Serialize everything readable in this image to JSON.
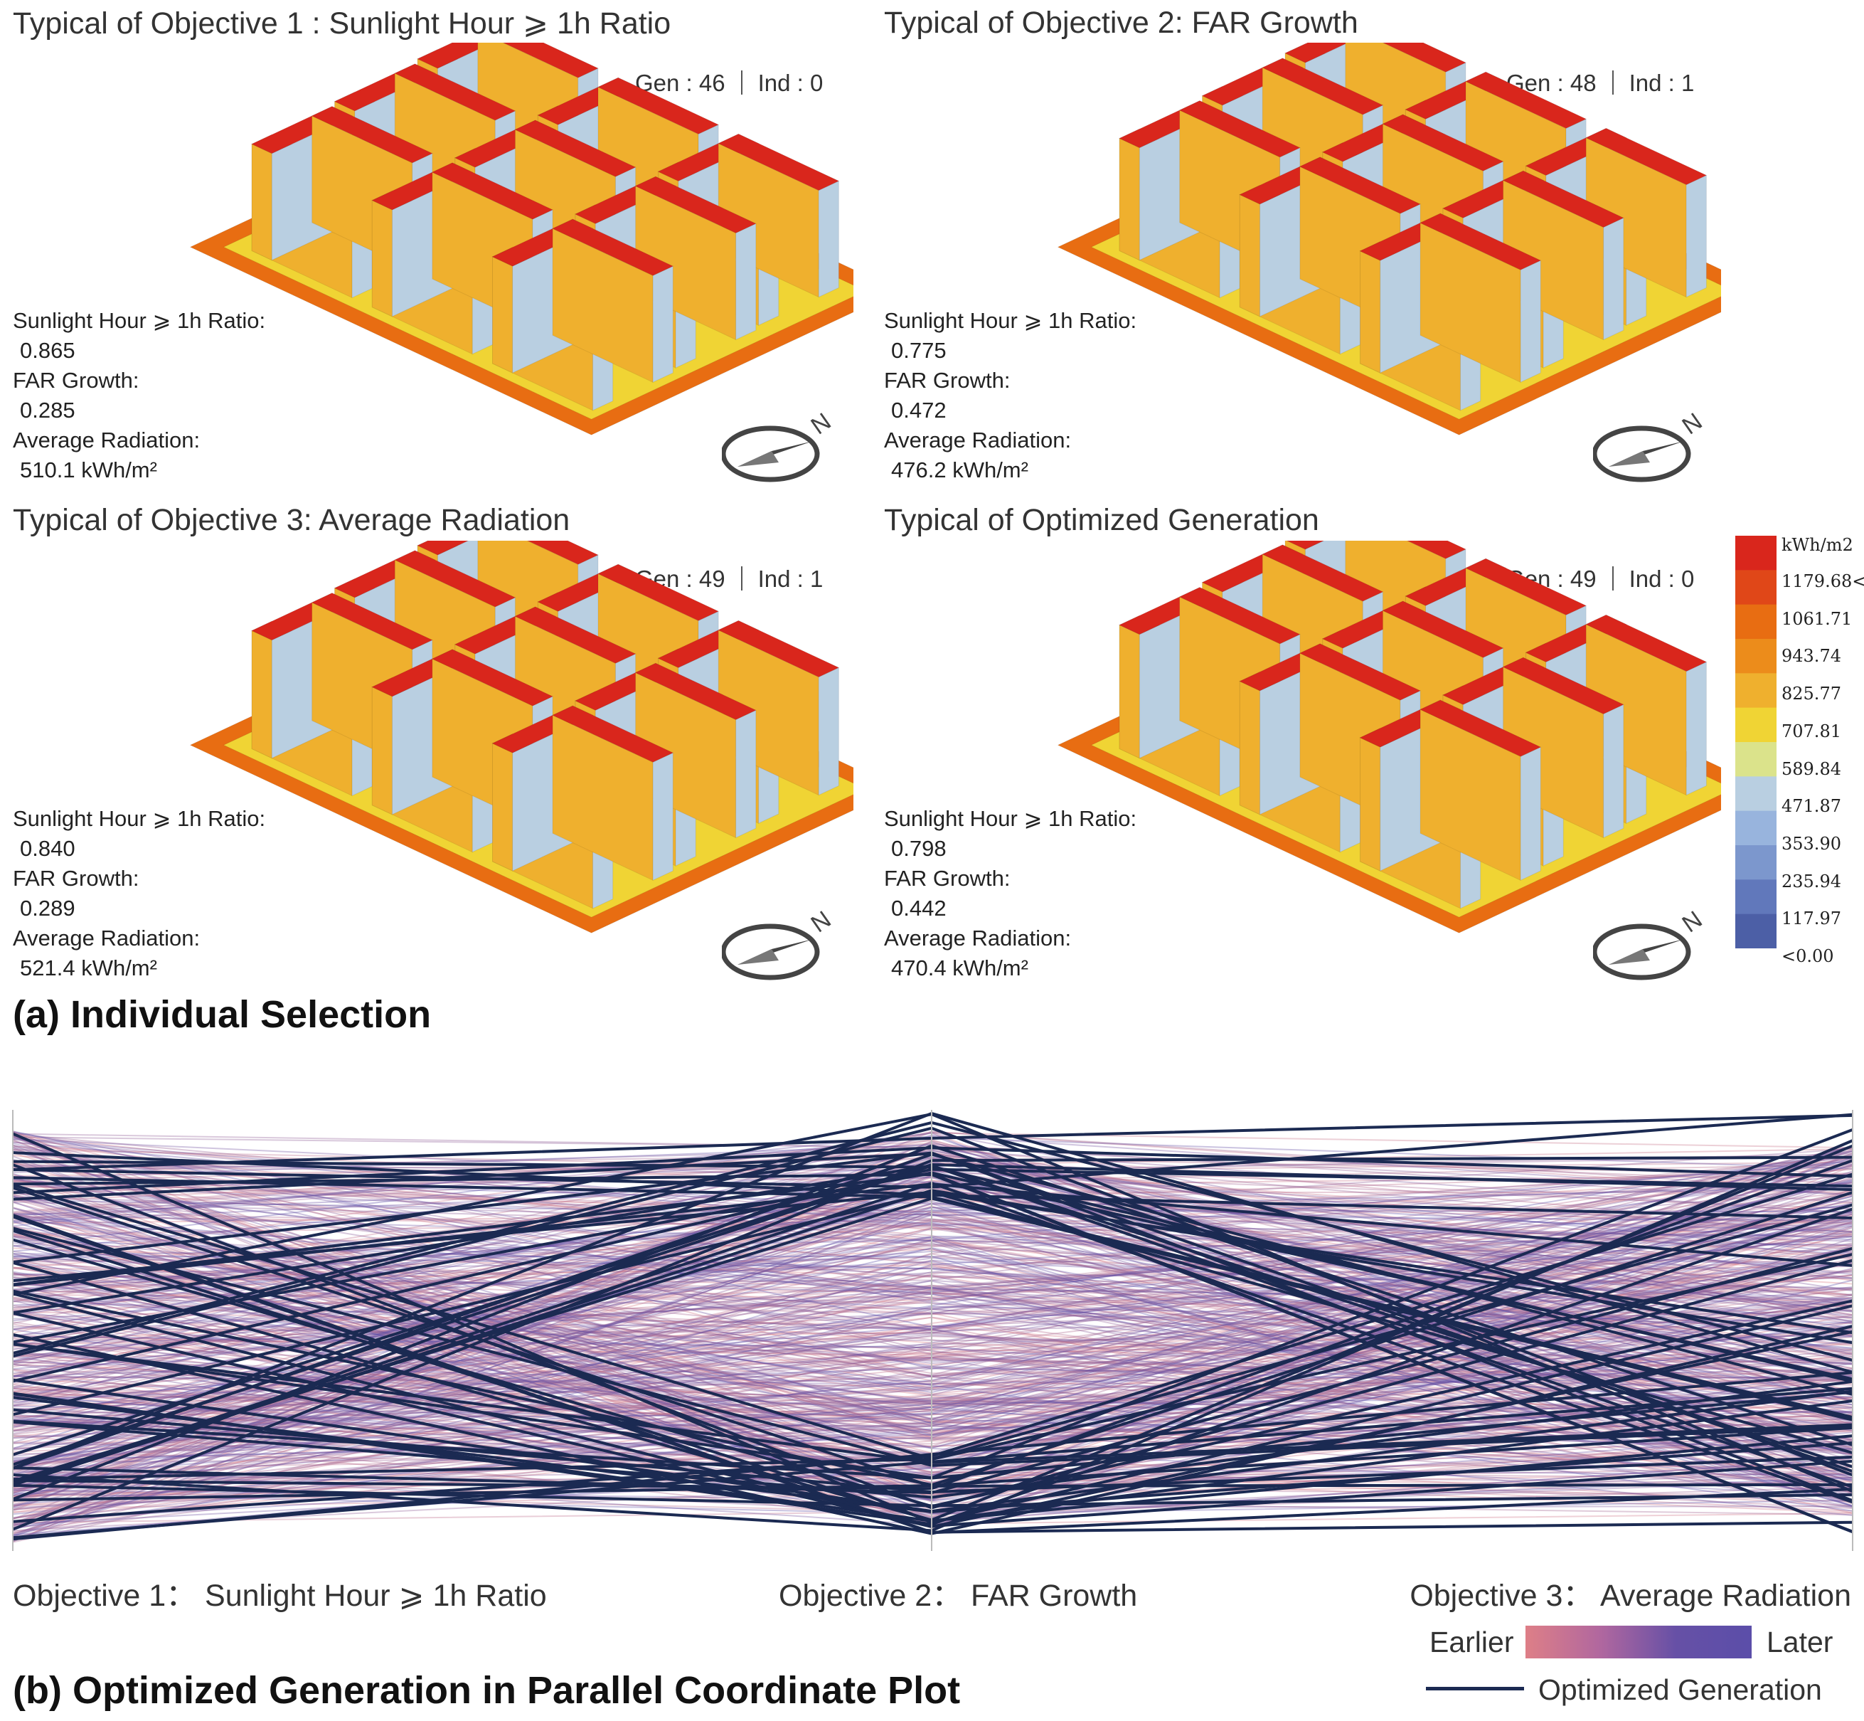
{
  "panels": [
    {
      "title": "Typical of Objective 1 : Sunlight Hour ⩾ 1h Ratio",
      "gen": "Gen : 46",
      "ind": "Ind : 0",
      "sunlight_label": "Sunlight Hour ⩾ 1h Ratio:",
      "sunlight_value": "0.865",
      "far_label": "FAR Growth:",
      "far_value": "0.285",
      "radiation_label": "Average Radiation:",
      "radiation_value": "510.1 kWh/m²"
    },
    {
      "title": "Typical of Objective 2: FAR Growth",
      "gen": "Gen : 48",
      "ind": "Ind : 1",
      "sunlight_label": "Sunlight Hour ⩾ 1h Ratio:",
      "sunlight_value": "0.775",
      "far_label": "FAR Growth:",
      "far_value": "0.472",
      "radiation_label": "Average Radiation:",
      "radiation_value": "476.2 kWh/m²"
    },
    {
      "title": "Typical of Objective 3: Average Radiation",
      "gen": "Gen : 49",
      "ind": "Ind : 1",
      "sunlight_label": "Sunlight Hour ⩾ 1h Ratio:",
      "sunlight_value": "0.840",
      "far_label": "FAR Growth:",
      "far_value": "0.289",
      "radiation_label": "Average Radiation:",
      "radiation_value": "521.4 kWh/m²"
    },
    {
      "title": "Typical of Optimized Generation",
      "gen": "Gen : 49",
      "ind": "Ind : 0",
      "sunlight_label": "Sunlight Hour ⩾ 1h Ratio:",
      "sunlight_value": "0.798",
      "far_label": "FAR Growth:",
      "far_value": "0.442",
      "radiation_label": "Average Radiation:",
      "radiation_value": "470.4 kWh/m²"
    }
  ],
  "compass_letter": "N",
  "legend": {
    "unit": "kWh/m2",
    "labels": [
      "1179.68<",
      "1061.71",
      "943.74",
      "825.77",
      "707.81",
      "589.84",
      "471.87",
      "353.90",
      "235.94",
      "117.97",
      "<0.00"
    ],
    "colors": [
      "#d9261c",
      "#e04718",
      "#e86d12",
      "#ec8c1b",
      "#efb02e",
      "#f0d434",
      "#dbe38b",
      "#b9cfe1",
      "#98b4dd",
      "#7c97cd",
      "#6178bb",
      "#4c5fa6"
    ]
  },
  "section_a": "(a) Individual Selection",
  "section_b": "(b) Optimized Generation in Parallel Coordinate Plot",
  "axes": [
    "Objective 1： Sunlight Hour ⩾ 1h Ratio",
    "Objective 2： FAR Growth",
    "Objective 3： Average Radiation"
  ],
  "gradient": {
    "start": "Earlier",
    "end": "Later"
  },
  "optimized_label": "Optimized Generation",
  "colors": {
    "earlier": "#de7f87",
    "later": "#5b4ea9",
    "optimized": "#1b2a52",
    "roof": "#d9261c",
    "wall_warm": "#efb02e",
    "wall_cool": "#b9cfe1",
    "ground": "#e86d12"
  }
}
